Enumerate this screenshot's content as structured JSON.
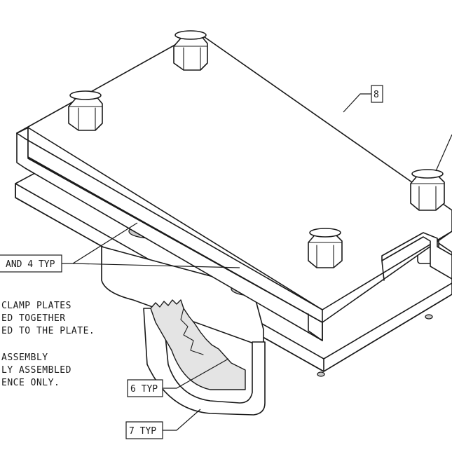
{
  "callouts": {
    "item8": "8",
    "item3_4": "AND 4 TYP",
    "item6": "6 TYP",
    "item7": "7 TYP"
  },
  "notes": {
    "line1": "CLAMP PLATES",
    "line2": "ED TOGETHER",
    "line3": "ED TO THE PLATE.",
    "line4": "ASSEMBLY",
    "line5": "LY ASSEMBLED",
    "line6": "ENCE ONLY."
  }
}
